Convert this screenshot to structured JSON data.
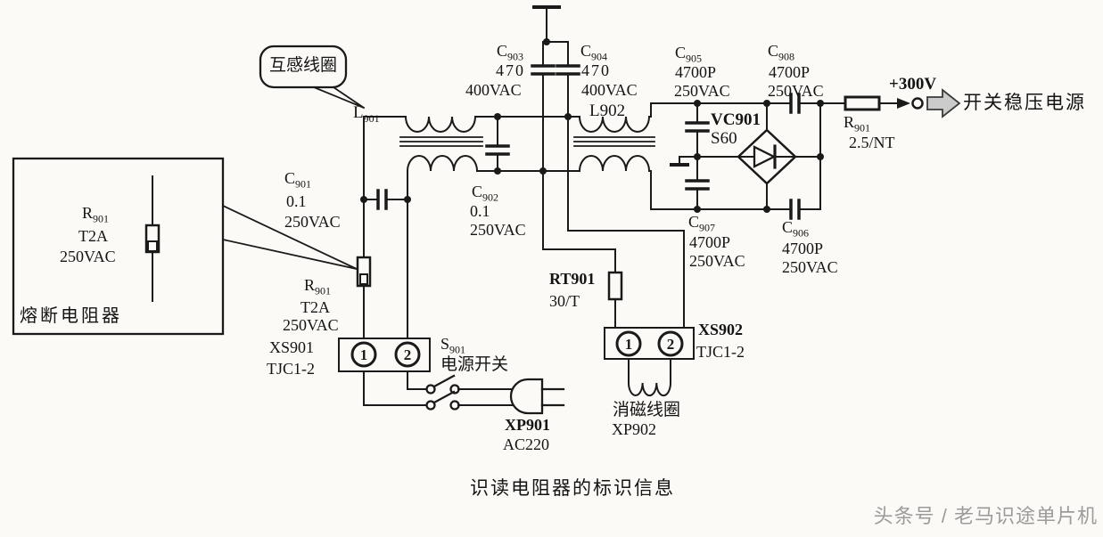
{
  "page": {
    "background": "#fbfaf6",
    "ink": "#1a1a1a"
  },
  "callout": {
    "label": "互感线圈"
  },
  "inset": {
    "ref_prefix": "R",
    "ref_sub": "901",
    "spec1": "T2A",
    "spec2": "250VAC",
    "caption": "熔断电阻器"
  },
  "output": {
    "voltage": "+300V",
    "destination": "开关稳压电源"
  },
  "caption": "识读电阻器的标识信息",
  "watermark": "头条号 / 老马识途单片机",
  "components": {
    "l901": {
      "prefix": "L",
      "sub": "901"
    },
    "l902": {
      "label": "L902"
    },
    "c901": {
      "prefix": "C",
      "sub": "901",
      "value": "0.1",
      "rating": "250VAC"
    },
    "c902": {
      "prefix": "C",
      "sub": "902",
      "value": "0.1",
      "rating": "250VAC"
    },
    "c903": {
      "prefix": "C",
      "sub": "903",
      "value": "470",
      "rating": "400VAC"
    },
    "c904": {
      "prefix": "C",
      "sub": "904",
      "value": "470",
      "rating": "400VAC"
    },
    "c905": {
      "prefix": "C",
      "sub": "905",
      "value": "4700P",
      "rating": "250VAC"
    },
    "c906": {
      "prefix": "C",
      "sub": "906",
      "value": "4700P",
      "rating": "250VAC"
    },
    "c907": {
      "prefix": "C",
      "sub": "907",
      "value": "4700P",
      "rating": "250VAC"
    },
    "c908": {
      "prefix": "C",
      "sub": "908",
      "value": "4700P",
      "rating": "250VAC"
    },
    "r901_fuse": {
      "prefix": "R",
      "sub": "901",
      "spec1": "T2A",
      "spec2": "250VAC"
    },
    "r901_out": {
      "prefix": "R",
      "sub": "901",
      "value": "2.5/NT"
    },
    "vc901": {
      "label": "VC901",
      "type": "S60"
    },
    "rt901": {
      "label": "RT901",
      "value": "30/T"
    },
    "xs901": {
      "label": "XS901",
      "type": "TJC1-2",
      "pin1": "1",
      "pin2": "2"
    },
    "xs902": {
      "label": "XS902",
      "type": "TJC1-2",
      "pin1": "1",
      "pin2": "2"
    },
    "s901": {
      "prefix": "S",
      "sub": "901",
      "desc": "电源开关"
    },
    "xp901": {
      "label": "XP901",
      "value": "AC220"
    },
    "xp902": {
      "name": "消磁线圈",
      "label": "XP902"
    }
  }
}
